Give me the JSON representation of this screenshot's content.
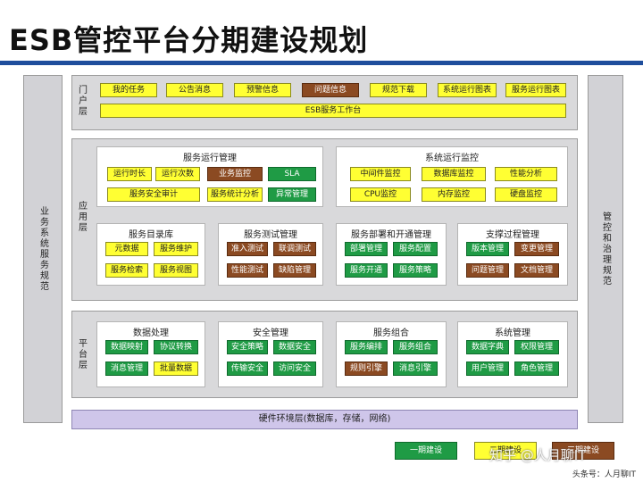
{
  "title": "ESB管控平台分期建设规划",
  "side_left": "业务系统服务规范",
  "side_right": "管控和治理规范",
  "portal": {
    "label": "门户层",
    "items": [
      {
        "text": "我的任务",
        "color": "yellow"
      },
      {
        "text": "公告消息",
        "color": "yellow"
      },
      {
        "text": "预警信息",
        "color": "yellow"
      },
      {
        "text": "问题信息",
        "color": "brown"
      },
      {
        "text": "规范下载",
        "color": "yellow"
      },
      {
        "text": "系统运行图表",
        "color": "yellow"
      },
      {
        "text": "服务运行图表",
        "color": "yellow"
      }
    ],
    "workbench": "ESB服务工作台"
  },
  "app": {
    "label": "应用层",
    "service_ops": {
      "title": "服务运行管理",
      "row1": [
        {
          "text": "运行时长",
          "color": "yellow"
        },
        {
          "text": "运行次数",
          "color": "yellow"
        },
        {
          "text": "业务监控",
          "color": "brown"
        },
        {
          "text": "SLA",
          "color": "green"
        }
      ],
      "row2": [
        {
          "text": "服务安全审计",
          "color": "yellow"
        },
        {
          "text": "服务统计分析",
          "color": "yellow"
        },
        {
          "text": "异常管理",
          "color": "green"
        }
      ]
    },
    "sys_monitor": {
      "title": "系统运行监控",
      "row1": [
        {
          "text": "中间件监控",
          "color": "yellow"
        },
        {
          "text": "数据库监控",
          "color": "yellow"
        },
        {
          "text": "性能分析",
          "color": "yellow"
        }
      ],
      "row2": [
        {
          "text": "CPU监控",
          "color": "yellow"
        },
        {
          "text": "内存监控",
          "color": "yellow"
        },
        {
          "text": "硬盘监控",
          "color": "yellow"
        }
      ]
    },
    "catalog": {
      "title": "服务目录库",
      "items": [
        {
          "text": "元数据",
          "color": "yellow"
        },
        {
          "text": "服务维护",
          "color": "yellow"
        },
        {
          "text": "服务检索",
          "color": "yellow"
        },
        {
          "text": "服务视图",
          "color": "yellow"
        }
      ]
    },
    "testing": {
      "title": "服务测试管理",
      "items": [
        {
          "text": "准入测试",
          "color": "brown"
        },
        {
          "text": "联调测试",
          "color": "brown"
        },
        {
          "text": "性能测试",
          "color": "brown"
        },
        {
          "text": "缺陷管理",
          "color": "brown"
        }
      ]
    },
    "deploy": {
      "title": "服务部署和开通管理",
      "items": [
        {
          "text": "部署管理",
          "color": "green"
        },
        {
          "text": "服务配置",
          "color": "green"
        },
        {
          "text": "服务开通",
          "color": "green"
        },
        {
          "text": "服务策略",
          "color": "green"
        }
      ]
    },
    "support": {
      "title": "支撑过程管理",
      "items": [
        {
          "text": "版本管理",
          "color": "green"
        },
        {
          "text": "变更管理",
          "color": "brown"
        },
        {
          "text": "问题管理",
          "color": "brown"
        },
        {
          "text": "文档管理",
          "color": "brown"
        }
      ]
    }
  },
  "platform": {
    "label": "平台层",
    "data_proc": {
      "title": "数据处理",
      "items": [
        {
          "text": "数据映射",
          "color": "green"
        },
        {
          "text": "协议转换",
          "color": "green"
        },
        {
          "text": "消息管理",
          "color": "green"
        },
        {
          "text": "批量数据",
          "color": "yellow"
        }
      ]
    },
    "security": {
      "title": "安全管理",
      "items": [
        {
          "text": "安全策略",
          "color": "green"
        },
        {
          "text": "数据安全",
          "color": "green"
        },
        {
          "text": "传输安全",
          "color": "green"
        },
        {
          "text": "访问安全",
          "color": "green"
        }
      ]
    },
    "compose": {
      "title": "服务组合",
      "items": [
        {
          "text": "服务编排",
          "color": "green"
        },
        {
          "text": "服务组合",
          "color": "green"
        },
        {
          "text": "规则引擎",
          "color": "brown"
        },
        {
          "text": "消息引擎",
          "color": "green"
        }
      ]
    },
    "sysmgmt": {
      "title": "系统管理",
      "items": [
        {
          "text": "数据字典",
          "color": "green"
        },
        {
          "text": "权限管理",
          "color": "green"
        },
        {
          "text": "用户管理",
          "color": "green"
        },
        {
          "text": "角色管理",
          "color": "green"
        }
      ]
    }
  },
  "hardware": "硬件环境层(数据库，存储，网络)",
  "legend": [
    {
      "text": "一期建设",
      "color": "green"
    },
    {
      "text": "二期建设",
      "color": "yellow"
    },
    {
      "text": "三期建设",
      "color": "brown"
    }
  ],
  "watermark": "知乎 @人月聊IT",
  "credit": "头条号：人月聊IT",
  "colors": {
    "yellow": "#ffff33",
    "green": "#1f9b45",
    "brown": "#8b4a22",
    "accent": "#1f4e9c"
  }
}
